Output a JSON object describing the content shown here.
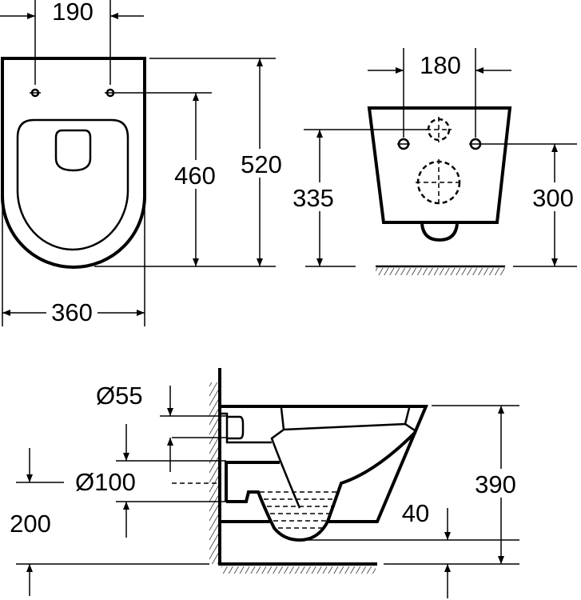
{
  "top_view": {
    "width_label": "360",
    "hole_spacing_label": "190",
    "hole_depth_label": "460",
    "length_label": "520"
  },
  "front_view": {
    "hole_spacing_label": "180",
    "height_label": "335",
    "hole_height_label": "300"
  },
  "side_view": {
    "inlet_label": "Ø55",
    "outlet_label": "Ø100",
    "outlet_height_label": "200",
    "bowl_clearance_label": "40",
    "total_height_label": "390"
  }
}
